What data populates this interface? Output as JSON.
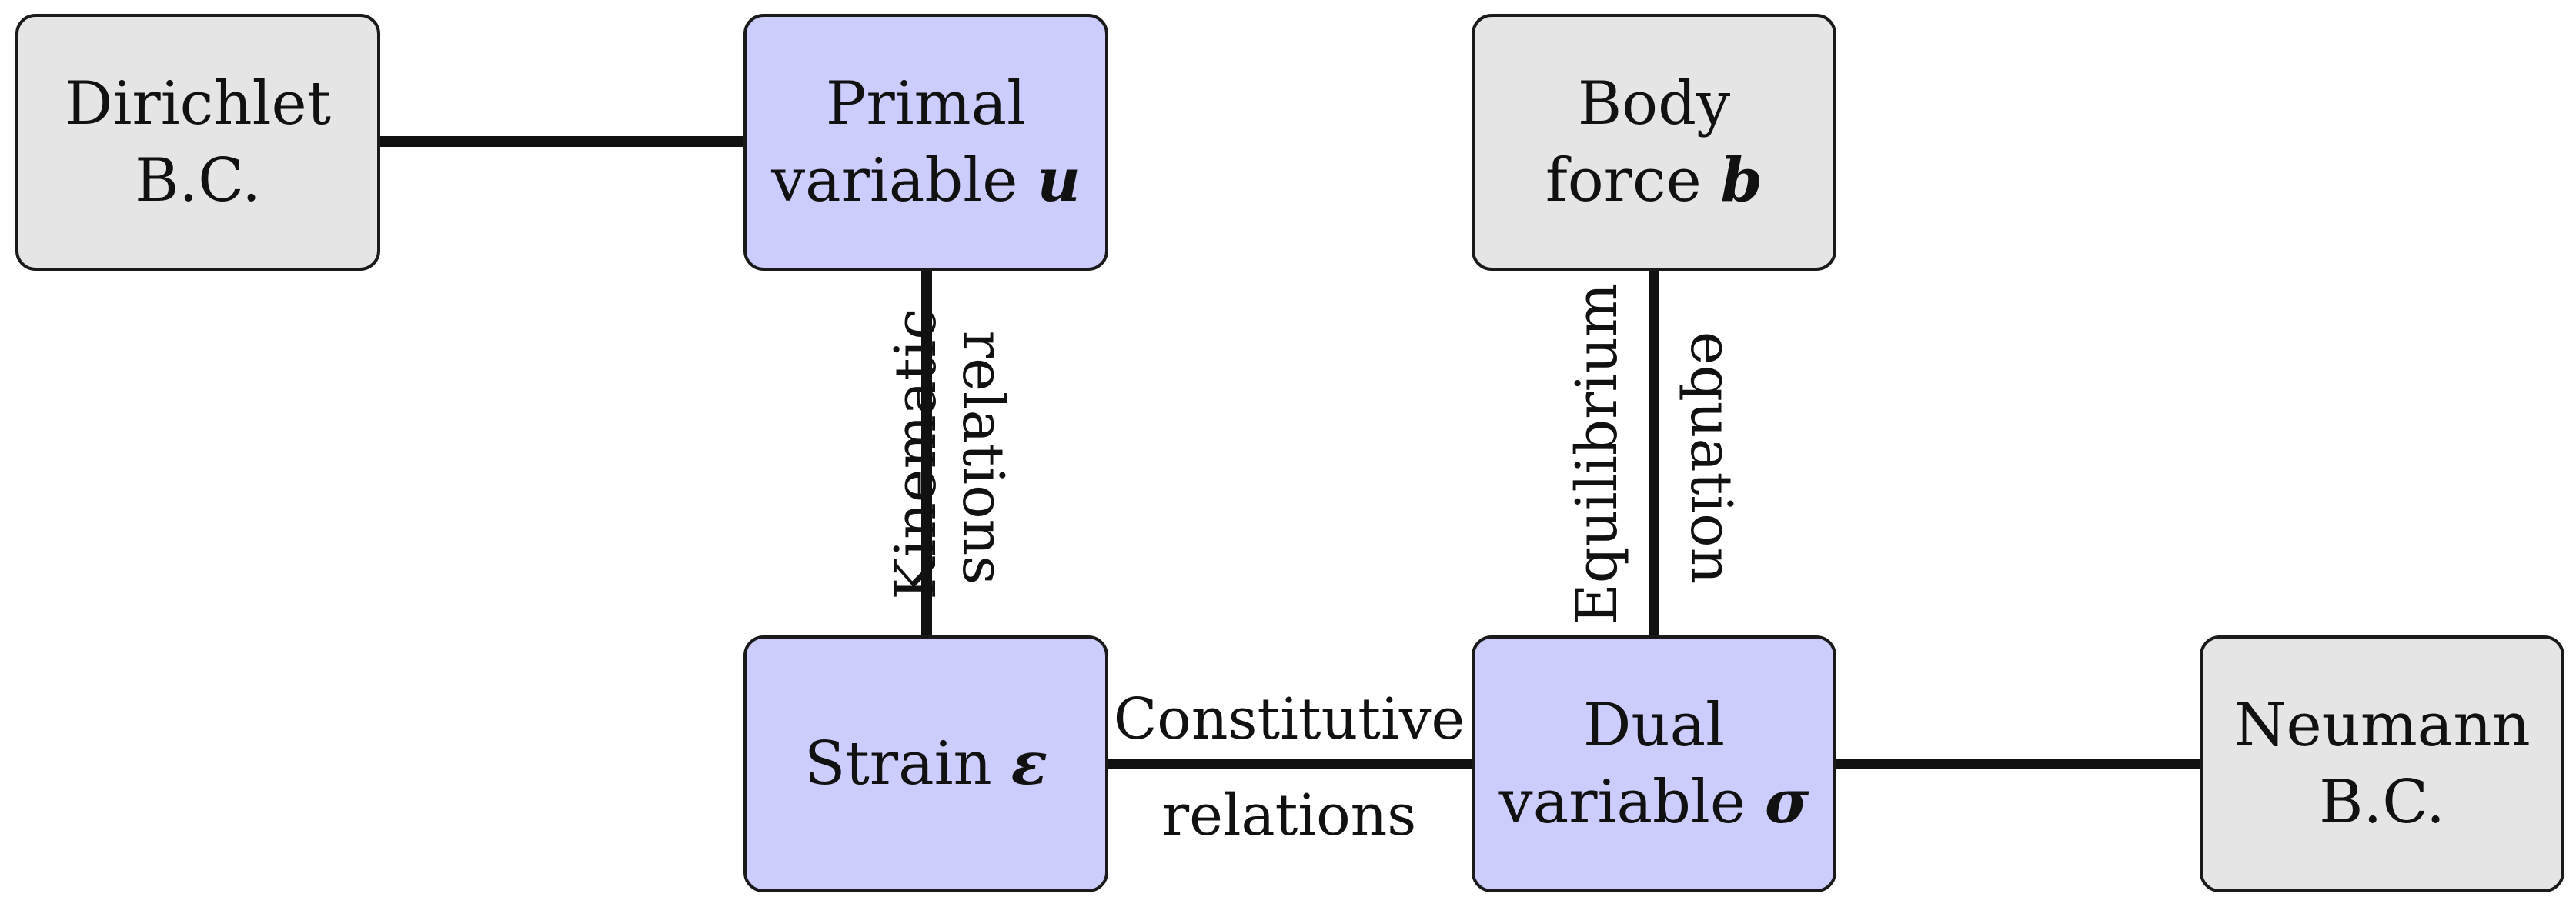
{
  "nodes": {
    "dirichlet": {
      "line1": "Dirichlet",
      "line2": "B.C."
    },
    "primal": {
      "line1": "Primal",
      "line2": "variable",
      "symbol": "u"
    },
    "body": {
      "line1": "Body",
      "line2": "force",
      "symbol": "b"
    },
    "strain": {
      "text": "Strain",
      "symbol": "ε"
    },
    "dual": {
      "line1": "Dual",
      "line2": "variable",
      "symbol": "σ"
    },
    "neumann": {
      "line1": "Neumann",
      "line2": "B.C."
    }
  },
  "edge_labels": {
    "kinematic": {
      "line1": "Kinematic",
      "line2": "relations"
    },
    "equilibrium": {
      "line1": "Equilibrium",
      "line2": "equation"
    },
    "constitutive": {
      "line1": "Constitutive",
      "line2": "relations"
    }
  },
  "colors": {
    "primary_nodes": "#ccccfd",
    "boundary_nodes": "#e5e5e5",
    "edges": "#111111"
  }
}
